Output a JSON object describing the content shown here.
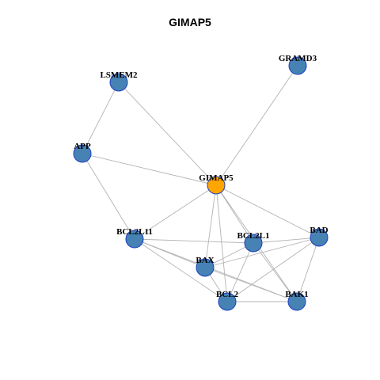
{
  "title": "GIMAP5",
  "colors": {
    "node_default": "#4682b4",
    "node_highlight": "#ffa500",
    "node_border": "#1f3fbf",
    "edge": "#b3b3b3"
  },
  "nodes": [
    {
      "id": "GIMAP5",
      "label": "GIMAP5",
      "highlight": true
    },
    {
      "id": "GRAMD3",
      "label": "GRAMD3"
    },
    {
      "id": "LSMEM2",
      "label": "LSMEM2"
    },
    {
      "id": "APP",
      "label": "APP"
    },
    {
      "id": "BCL2L11",
      "label": "BCL2L11"
    },
    {
      "id": "BCL2L1",
      "label": "BCL2L1"
    },
    {
      "id": "BAD",
      "label": "BAD"
    },
    {
      "id": "BAX",
      "label": "BAX"
    },
    {
      "id": "BCL2",
      "label": "BCL2"
    },
    {
      "id": "BAK1",
      "label": "BAK1"
    }
  ],
  "edges": [
    [
      "GIMAP5",
      "GRAMD3"
    ],
    [
      "GIMAP5",
      "LSMEM2"
    ],
    [
      "GIMAP5",
      "APP"
    ],
    [
      "GIMAP5",
      "BCL2L11"
    ],
    [
      "GIMAP5",
      "BCL2L1"
    ],
    [
      "GIMAP5",
      "BAD"
    ],
    [
      "GIMAP5",
      "BAX"
    ],
    [
      "GIMAP5",
      "BCL2"
    ],
    [
      "GIMAP5",
      "BAK1"
    ],
    [
      "LSMEM2",
      "APP"
    ],
    [
      "APP",
      "BCL2L11"
    ],
    [
      "BCL2L11",
      "BCL2L1"
    ],
    [
      "BCL2L11",
      "BAX"
    ],
    [
      "BCL2L11",
      "BCL2"
    ],
    [
      "BCL2L11",
      "BAK1"
    ],
    [
      "BCL2L1",
      "BAD"
    ],
    [
      "BCL2L1",
      "BAX"
    ],
    [
      "BCL2L1",
      "BCL2"
    ],
    [
      "BCL2L1",
      "BAK1"
    ],
    [
      "BAX",
      "BAD"
    ],
    [
      "BAX",
      "BCL2"
    ],
    [
      "BAX",
      "BAK1"
    ],
    [
      "BCL2",
      "BAD"
    ],
    [
      "BCL2",
      "BAK1"
    ],
    [
      "BAK1",
      "BAD"
    ]
  ]
}
